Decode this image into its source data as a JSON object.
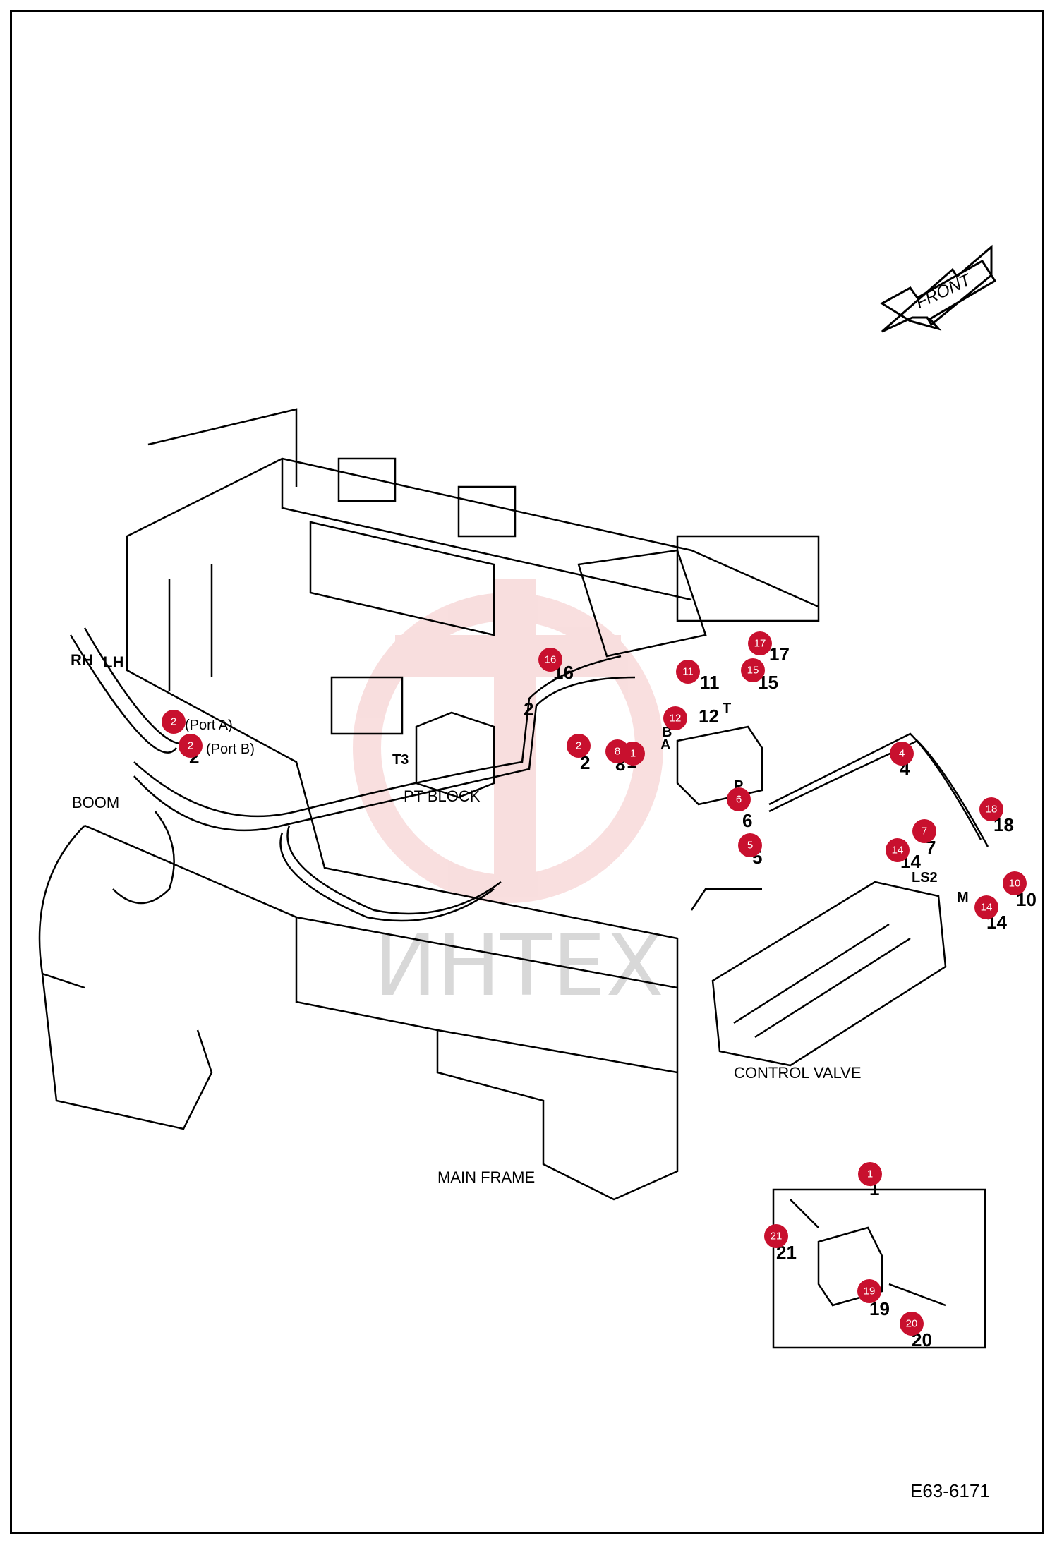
{
  "labels": {
    "front": "FRONT",
    "rh": "RH",
    "lh": "LH",
    "port_a": "(Port A)",
    "port_b": "(Port B)",
    "boom": "BOOM",
    "pt_block": "PT BLOCK",
    "t3": "T3",
    "control_valve": "CONTROL VALVE",
    "main_frame": "MAIN FRAME",
    "port_letter_a": "A",
    "port_letter_b": "B",
    "port_letter_t": "T",
    "port_letter_p": "P",
    "ls2": "LS2",
    "m": "M",
    "drawing_code": "E63-6171",
    "watermark": "ИНТЕХ"
  },
  "callouts": [
    "2",
    "2",
    "16",
    "17",
    "11",
    "15",
    "12",
    "8",
    "1",
    "2",
    "6",
    "5",
    "4",
    "18",
    "7",
    "14",
    "10",
    "14",
    "1",
    "21",
    "19",
    "20"
  ],
  "part_numbers": [
    "2",
    "2",
    "16",
    "17",
    "11",
    "15",
    "12",
    "1",
    "8",
    "2",
    "6",
    "5",
    "4",
    "18",
    "7",
    "14",
    "10",
    "14",
    "1",
    "21",
    "19",
    "20"
  ],
  "colors": {
    "callout": "#c8102e",
    "line": "#000000",
    "watermark": "#d8d8d8",
    "watermark_logo": "#f4c4c4"
  }
}
